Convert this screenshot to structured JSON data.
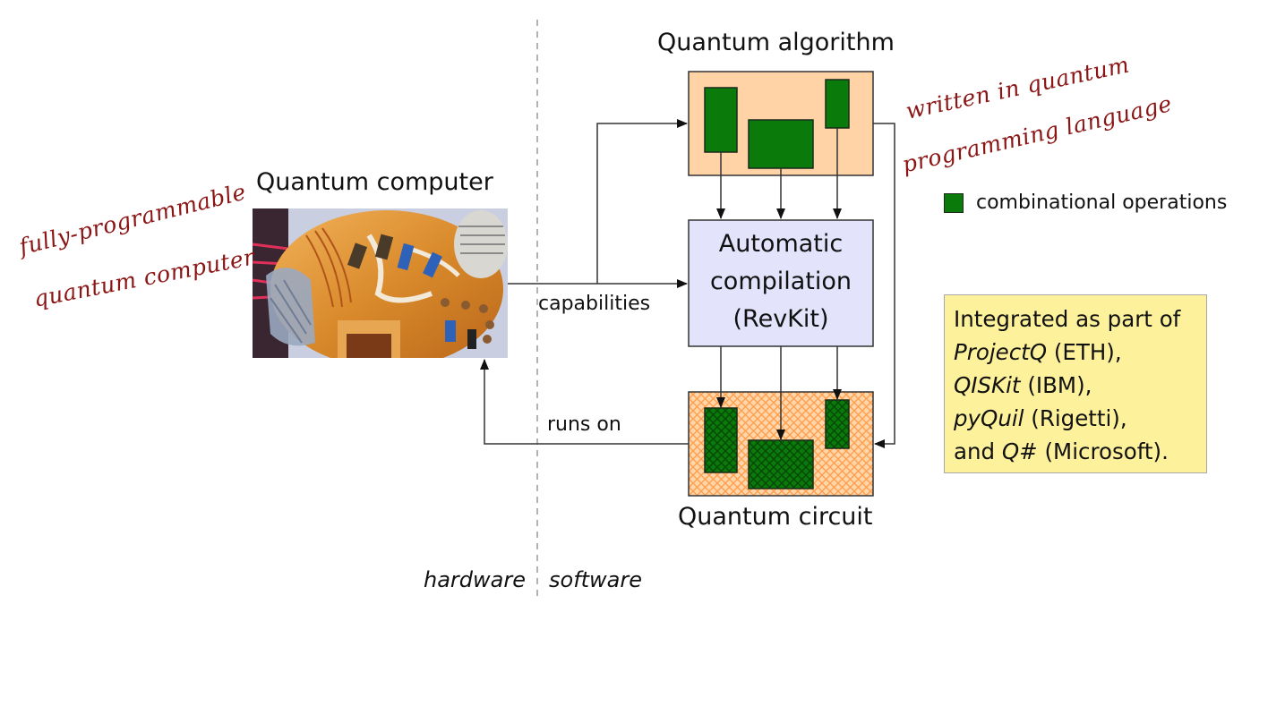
{
  "titles": {
    "quantum_algorithm": "Quantum algorithm",
    "quantum_computer": "Quantum computer",
    "quantum_circuit": "Quantum circuit"
  },
  "compiler_box": {
    "lines": [
      "Automatic",
      "compilation",
      "(RevKit)"
    ]
  },
  "edge_labels": {
    "capabilities": "capabilities",
    "runs_on": "runs on"
  },
  "regions": {
    "hardware": "hardware",
    "software": "software"
  },
  "handwritten": {
    "left_line1": "fully-programmable",
    "left_line2": "quantum computer",
    "right_line1": "written in quantum",
    "right_line2": "programming language"
  },
  "legend": {
    "label": "combinational operations",
    "color": "#0a7a0a"
  },
  "note": {
    "intro": "Integrated as part of",
    "items": [
      {
        "name": "ProjectQ",
        "org": " (ETH),"
      },
      {
        "name": "QISKit",
        "org": " (IBM),"
      },
      {
        "name": "pyQuil",
        "org": " (Rigetti),"
      }
    ],
    "last_prefix": "and ",
    "last_name": "Q#",
    "last_org": " (Microsoft)."
  },
  "photo": {
    "alt": "quantum computer hardware photo"
  },
  "colors": {
    "algorithm_fill": "#ffd3a6",
    "compiler_fill": "#e3e3fc",
    "circuit_fill": "#ffcf9e",
    "circuit_hatch": "#ff9f4a",
    "operation_fill": "#0a7a0a",
    "handwriting": "#8b1414",
    "note_fill": "#fdf29b"
  }
}
